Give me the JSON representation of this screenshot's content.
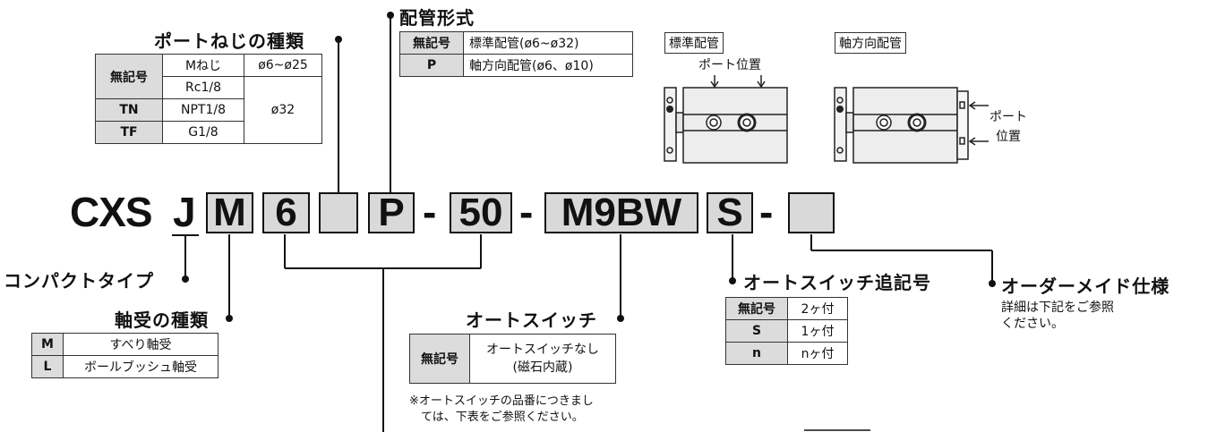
{
  "model": {
    "prefix": "CXS",
    "j": "J",
    "bearing_code": "M",
    "bore_code": "6",
    "port_thread_code": "",
    "piping_code": "P",
    "dash1": "-",
    "stroke_code": "50",
    "dash2": "-",
    "switch_code": "M9BW",
    "switch_count_code": "S",
    "dash3": "-",
    "made_to_order_code": ""
  },
  "port_thread": {
    "title": "ポートねじの種類",
    "rows": [
      {
        "key": "無記号",
        "thread": "Mねじ",
        "bore": "ø6~ø25"
      },
      {
        "key": "",
        "thread": "Rc1/8",
        "bore": "ø32"
      },
      {
        "key": "TN",
        "thread": "NPT1/8",
        "bore": ""
      },
      {
        "key": "TF",
        "thread": "G1/8",
        "bore": ""
      }
    ]
  },
  "piping": {
    "title": "配管形式",
    "rows": [
      {
        "key": "無記号",
        "value": "標準配管(ø6~ø32)"
      },
      {
        "key": "P",
        "value": "軸方向配管(ø6、ø10)"
      }
    ]
  },
  "piping_figures": {
    "standard_label": "標準配管",
    "standard_port_label": "ポート位置",
    "axial_label": "軸方向配管",
    "axial_port_line1": "ポート",
    "axial_port_line2": "位置"
  },
  "compact_type": {
    "title": "コンパクトタイプ"
  },
  "bearing": {
    "title": "軸受の種類",
    "rows": [
      {
        "key": "M",
        "value": "すべり軸受"
      },
      {
        "key": "L",
        "value": "ボールブッシュ軸受"
      }
    ]
  },
  "auto_switch": {
    "title": "オートスイッチ",
    "key": "無記号",
    "value_line1": "オートスイッチなし",
    "value_line2": "(磁石内蔵)",
    "note_line1": "※オートスイッチの品番につきまし",
    "note_line2": "ては、下表をご参照ください。"
  },
  "switch_count": {
    "title": "オートスイッチ追記号",
    "rows": [
      {
        "key": "無記号",
        "value": "2ヶ付"
      },
      {
        "key": "S",
        "value": "1ヶ付"
      },
      {
        "key": "n",
        "value": "nヶ付"
      }
    ]
  },
  "made_to_order": {
    "title": "オーダーメイド仕様",
    "note_line1": "詳細は下記をご参照",
    "note_line2": "ください。"
  }
}
